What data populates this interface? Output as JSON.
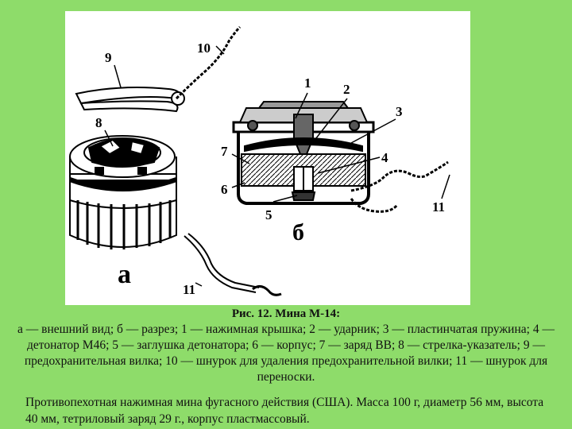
{
  "figure": {
    "labels": {
      "l1": "1",
      "l2": "2",
      "l3": "3",
      "l4": "4",
      "l5": "5",
      "l6": "6",
      "l7": "7",
      "l8": "8",
      "l9": "9",
      "l10": "10",
      "l11a": "11",
      "l11b": "11",
      "view_a": "а",
      "view_b": "б"
    }
  },
  "caption": {
    "title": "Рис. 12.  Мина М-14:",
    "body": "а — внешний вид; б — разрез; 1 — нажимная крышка; 2 — ударник; 3 — пластинчатая пружина; 4 — детонатор М46; 5 — заглушка детонатора; 6 — корпус; 7 — заряд ВВ; 8 — стрелка-указатель; 9 — предохранительная вилка; 10 — шнурок для удаления предохранительной вилки; 11 — шнурок для переноски."
  },
  "summary": "Противопехотная нажимная мина фугасного действия (США).  Масса 100 г, диаметр 56 мм, высота 40 мм, тетриловый заряд 29 г., корпус пластмассовый."
}
